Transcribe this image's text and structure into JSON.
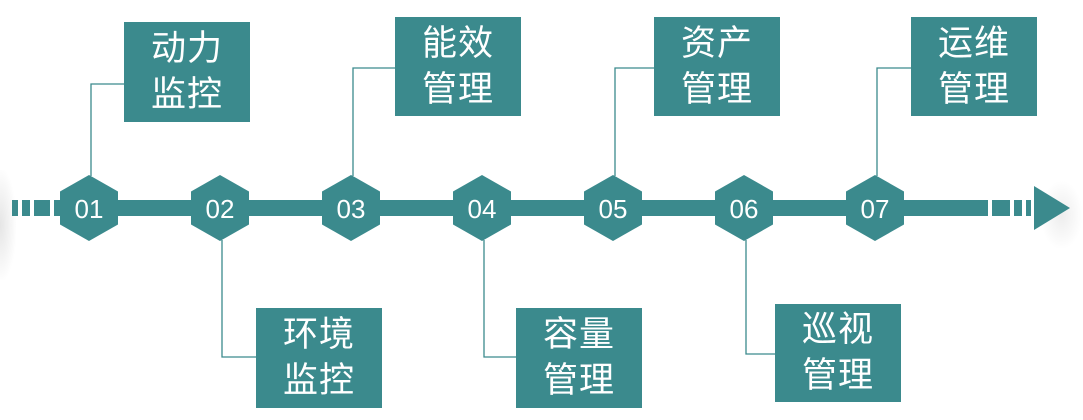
{
  "diagram": {
    "accent_color": "#3b8a8d",
    "text_color": "#ffffff",
    "background_color": "#ffffff",
    "nodes": [
      {
        "number": "01",
        "label_lines": [
          "动力",
          "监控"
        ]
      },
      {
        "number": "02",
        "label_lines": [
          "环境",
          "监控"
        ]
      },
      {
        "number": "03",
        "label_lines": [
          "能效",
          "管理"
        ]
      },
      {
        "number": "04",
        "label_lines": [
          "容量",
          "管理"
        ]
      },
      {
        "number": "05",
        "label_lines": [
          "资产",
          "管理"
        ]
      },
      {
        "number": "06",
        "label_lines": [
          "巡视",
          "管理"
        ]
      },
      {
        "number": "07",
        "label_lines": [
          "运维",
          "管理"
        ]
      }
    ]
  }
}
